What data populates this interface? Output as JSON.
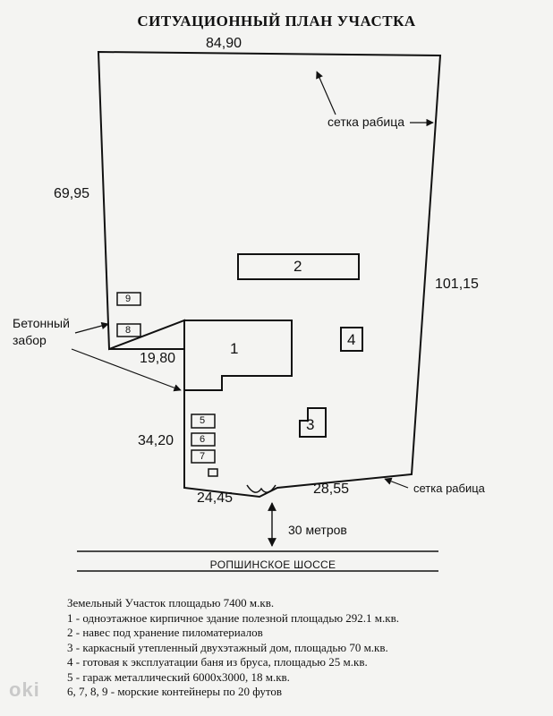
{
  "title": "СИТУАЦИОННЫЙ ПЛАН УЧАСТКА",
  "dimensions": {
    "top": "84,90",
    "left": "69,95",
    "right": "101,15",
    "step": "19,80",
    "lower_left": "34,20",
    "bottom_left": "24,45",
    "bottom_right": "28,55"
  },
  "callouts": {
    "mesh_top": "сетка рабица",
    "mesh_bottom": "сетка рабица",
    "concrete_fence": "Бетонный\nзабор",
    "distance": "30 метров"
  },
  "road": "РОПШИНСКОЕ ШОССЕ",
  "buildings": {
    "b1": "1",
    "b2": "2",
    "b3": "3",
    "b4": "4",
    "b5": "5",
    "b6": "6",
    "b7": "7",
    "b8": "8",
    "b9": "9"
  },
  "legend": [
    "Земельный Участок площадью 7400 м.кв.",
    "1 - одноэтажное кирпичное здание полезной площадью 292.1 м.кв.",
    "2 - навес под хранение пиломатериалов",
    "3 - каркасный утепленный двухэтажный дом, площадью 70 м.кв.",
    "4 - готовая к эксплуатации баня из бруса, площадью 25 м.кв.",
    "5 - гараж металлический 6000х3000, 18 м.кв.",
    "6, 7, 8, 9 - морские контейнеры по 20 футов"
  ],
  "watermark": "oki"
}
